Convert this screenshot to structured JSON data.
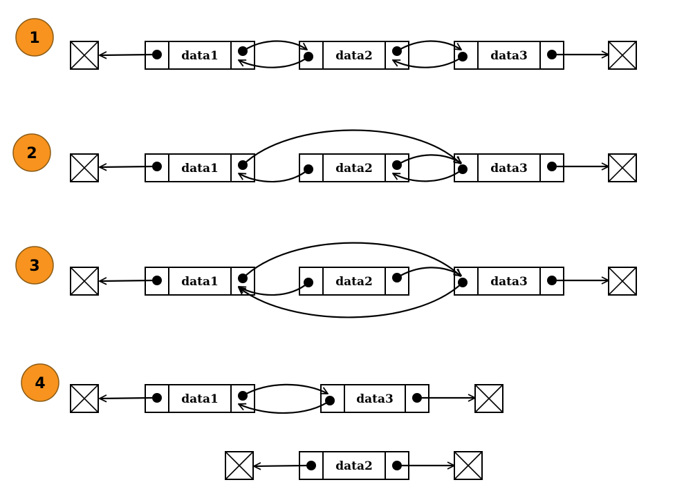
{
  "steps": [
    {
      "label": "1",
      "nodes": [
        "data1",
        "data2",
        "data3"
      ]
    },
    {
      "label": "2",
      "nodes": [
        "data1",
        "data2",
        "data3"
      ]
    },
    {
      "label": "3",
      "nodes": [
        "data1",
        "data2",
        "data3"
      ]
    },
    {
      "label": "4",
      "nodes": [
        "data1",
        "data3"
      ],
      "detached": [
        "data2"
      ]
    }
  ],
  "colors": {
    "step_badge": "#f7931e",
    "stroke": "#000000"
  }
}
